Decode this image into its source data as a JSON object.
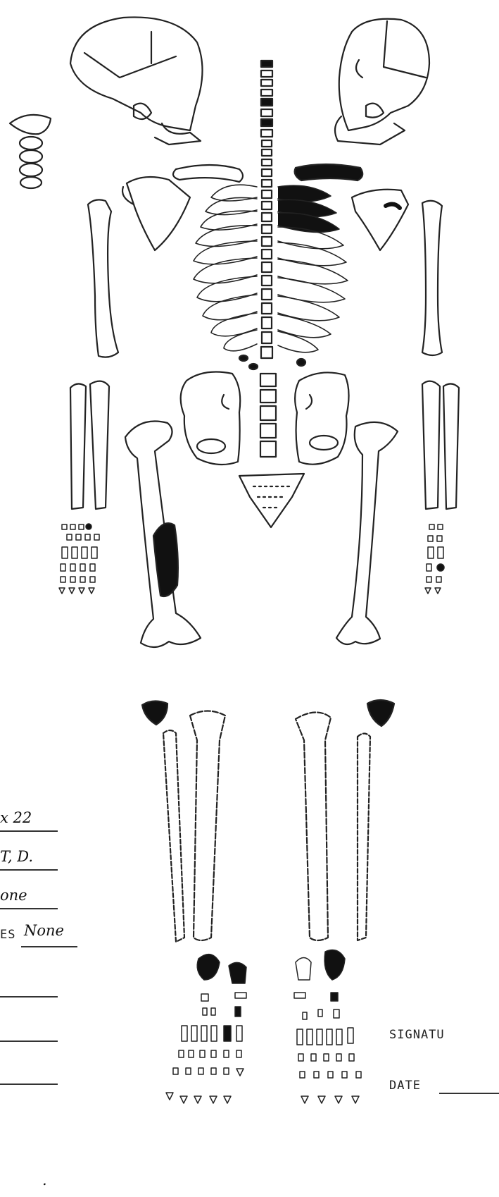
{
  "form_fields": [
    {
      "name": "size",
      "value": "x 22"
    },
    {
      "name": "exam-type",
      "value": "T, D."
    },
    {
      "name": "finding",
      "value": "one"
    },
    {
      "name": "fractures",
      "label_fragment": "ES",
      "value": "None"
    },
    {
      "name": "last",
      "value": "."
    }
  ],
  "signature": {
    "label": "SIGNATU"
  },
  "date": {
    "label": "DATE"
  }
}
